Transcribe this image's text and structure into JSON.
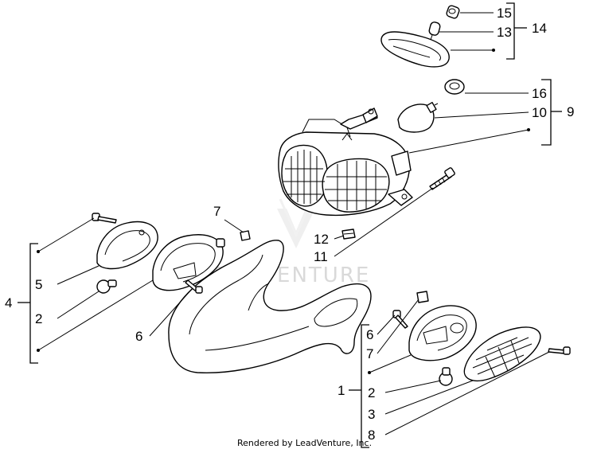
{
  "diagram": {
    "callouts": {
      "c15": "15",
      "c13": "13",
      "c14": "14",
      "c16": "16",
      "c10": "10",
      "c9": "9",
      "c7_top": "7",
      "c12": "12",
      "c11": "11",
      "c4": "4",
      "c5": "5",
      "c2_left": "2",
      "c6_left": "6",
      "c6_right": "6",
      "c7_right": "7",
      "c1": "1",
      "c2_right": "2",
      "c3": "3",
      "c8": "8"
    },
    "watermark": "LEADVENTURE",
    "footer": "Rendered by LeadVenture, Inc."
  }
}
